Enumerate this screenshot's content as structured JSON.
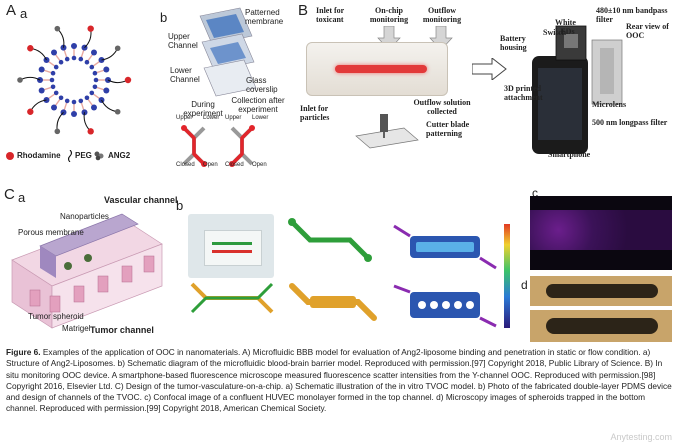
{
  "panelA": {
    "letter": "A",
    "sub_a": "a",
    "sub_b": "b",
    "legend": {
      "rhodamine": "Rhodamine",
      "peg": "PEG",
      "ang2": "ANG2"
    },
    "chip": {
      "upper_channel": "Upper Channel",
      "patterned_membrane": "Patterned membrane",
      "lower_channel": "Lower Channel",
      "glass_coverslip": "Glass coverslip",
      "during": "During experiment",
      "collection": "Collection after experiment",
      "upper": "Upper",
      "lower": "Lower",
      "closed": "Closed",
      "open": "Open"
    }
  },
  "panelB": {
    "letter": "B",
    "inlet_toxicant": "Inlet for toxicant",
    "onchip": "On-chip monitoring",
    "outflow_mon": "Outflow monitoring",
    "inlet_particles": "Inlet for particles",
    "outflow_collected": "Outflow solution collected",
    "cutter": "Cutter blade patterning",
    "bandpass": "480±10 nm bandpass filter",
    "white_leds": "White LEDs",
    "switch": "Switch",
    "battery": "Battery housing",
    "rear_view": "Rear view of OOC",
    "printed": "3D printed attachment",
    "microlens": "Microlens",
    "longpass": "500 nm longpass filter",
    "smartphone": "Smartphone"
  },
  "panelC": {
    "letter": "C",
    "sub_a": "a",
    "sub_b": "b",
    "sub_c": "c",
    "sub_d": "d",
    "vascular": "Vascular channel",
    "nanoparticles": "Nanoparticles",
    "porous": "Porous membrane",
    "spheroid": "Tumor spheroid",
    "matrigel": "Matrigel",
    "tumor_channel": "Tumor channel"
  },
  "caption": {
    "label": "Figure 6.",
    "text": "Examples of the application of OOC in nanomaterials. A) Microfluidic BBB model for evaluation of Ang2-liposome binding and penetration in static or flow condition. a) Structure of Ang2-Liposomes. b) Schematic diagram of the microfluidic blood-brain barrier model. Reproduced with permission.[97] Copyright 2018, Public Library of Science. B) In situ monitoring OOC device. A smartphone-based fluorescence microscope measured fluorescence scatter intensities from the Y-channel OOC. Reproduced with permission.[98] Copyright 2016, Elsevier Ltd. C) Design of the tumor-vasculature-on-a-chip. a) Schematic illustration of the in vitro TVOC model. b) Photo of the fabricated double-layer PDMS device and design of channels of the TVOC. c) Confocal image of a confluent HUVEC monolayer formed in the top channel. d) Microscopy images of spheroids trapped in the bottom channel. Reproduced with permission.[99] Copyright 2018, American Chemical Society."
  },
  "watermark": "Anytesting.com"
}
